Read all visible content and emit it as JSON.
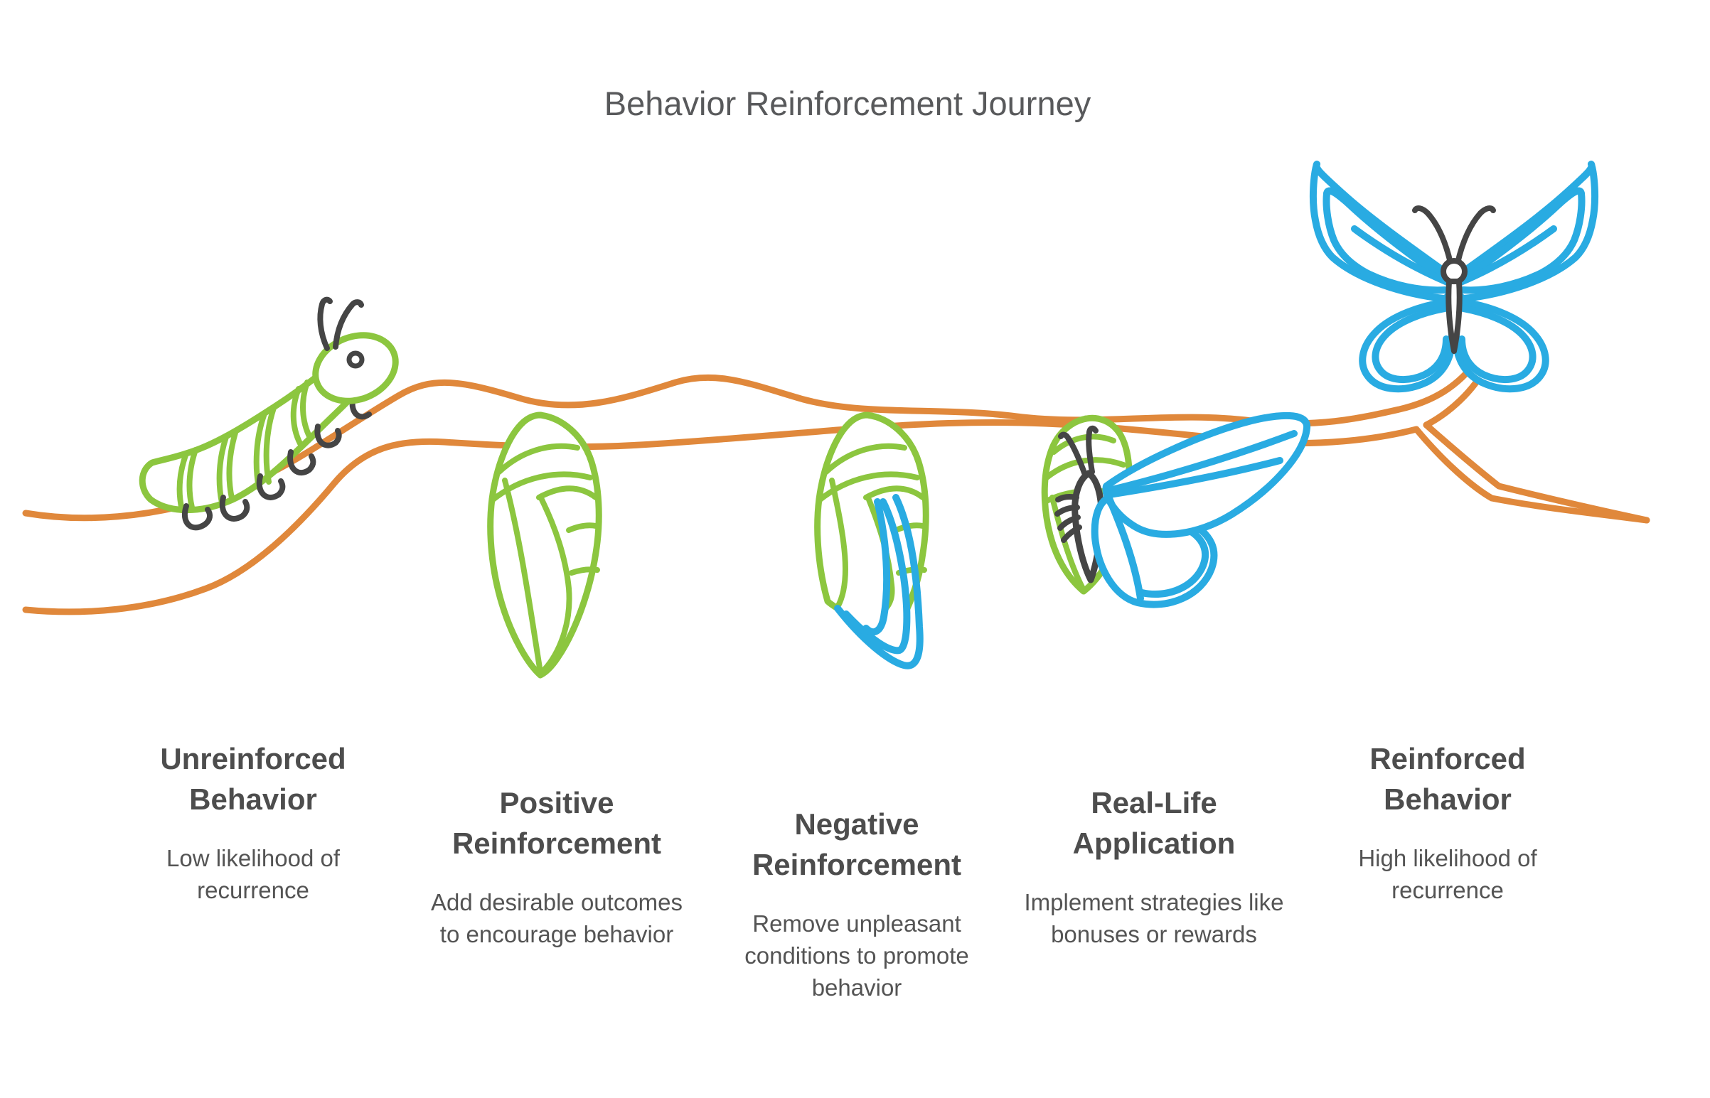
{
  "title": "Behavior Reinforcement Journey",
  "colors": {
    "branch_orange": "#E0883B",
    "larva_green": "#8CC63F",
    "butterfly_blue": "#29ABE2",
    "ink_dark": "#454545",
    "heading_text": "#4D4D4D",
    "body_text": "#545454"
  },
  "stages": [
    {
      "name": "Unreinforced Behavior",
      "description": "Low likelihood of recurrence",
      "icon": "caterpillar-icon"
    },
    {
      "name": "Positive Reinforcement",
      "description": "Add desirable outcomes to encourage behavior",
      "icon": "chrysalis-icon"
    },
    {
      "name": "Negative Reinforcement",
      "description": "Remove unpleasant conditions to promote behavior",
      "icon": "chrysalis-emerging-wing-icon"
    },
    {
      "name": "Real-Life Application",
      "description": "Implement strategies like bonuses or rewards",
      "icon": "emerging-butterfly-icon"
    },
    {
      "name": "Reinforced Behavior",
      "description": "High likelihood of recurrence",
      "icon": "butterfly-icon"
    }
  ]
}
